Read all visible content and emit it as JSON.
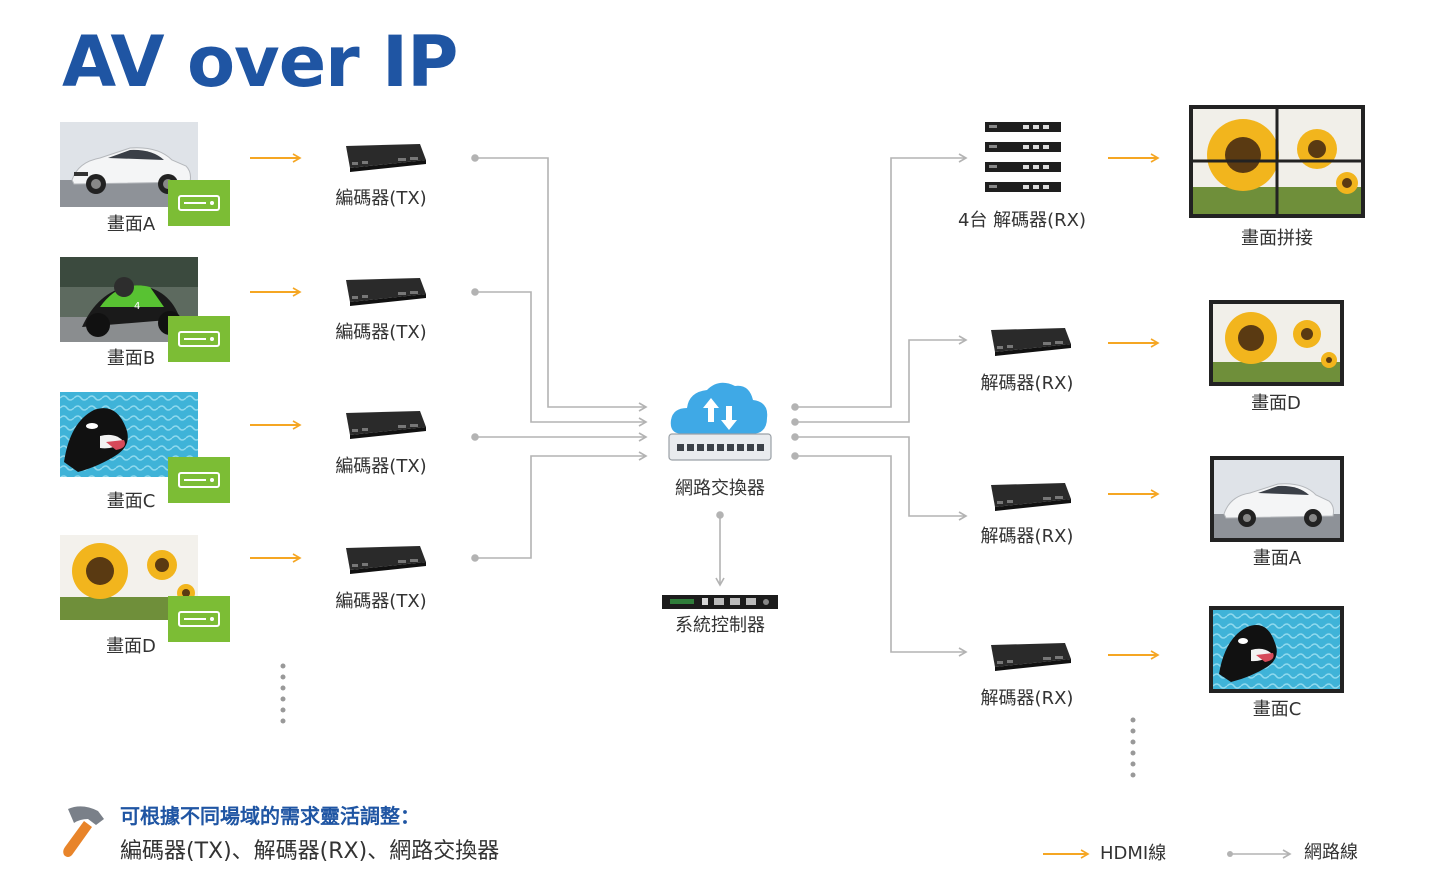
{
  "title": "AV over IP",
  "sources": [
    {
      "label": "畫面A",
      "scene": "car"
    },
    {
      "label": "畫面B",
      "scene": "moto"
    },
    {
      "label": "畫面C",
      "scene": "orca"
    },
    {
      "label": "畫面D",
      "scene": "sunflower"
    }
  ],
  "encoder_label": "編碼器(TX)",
  "switch_label": "網路交換器",
  "controller_label": "系統控制器",
  "outputs": [
    {
      "device_label": "4台 解碼器(RX)",
      "screen_label": "畫面拼接",
      "scene": "sunflower-wall"
    },
    {
      "device_label": "解碼器(RX)",
      "screen_label": "畫面D",
      "scene": "sunflower"
    },
    {
      "device_label": "解碼器(RX)",
      "screen_label": "畫面A",
      "scene": "car"
    },
    {
      "device_label": "解碼器(RX)",
      "screen_label": "畫面C",
      "scene": "orca"
    }
  ],
  "note": {
    "icon": "hammer-icon",
    "heading": "可根據不同場域的需求靈活調整：",
    "body": "編碼器(TX)、解碼器(RX)、網路交換器"
  },
  "legend": {
    "hdmi": "HDMI線",
    "network": "網路線"
  },
  "colors": {
    "title": "#1f55a3",
    "hdmi": "#f5a623",
    "network": "#b3b3b3",
    "badge": "#7cbd35",
    "cloud": "#3fa9e6"
  }
}
